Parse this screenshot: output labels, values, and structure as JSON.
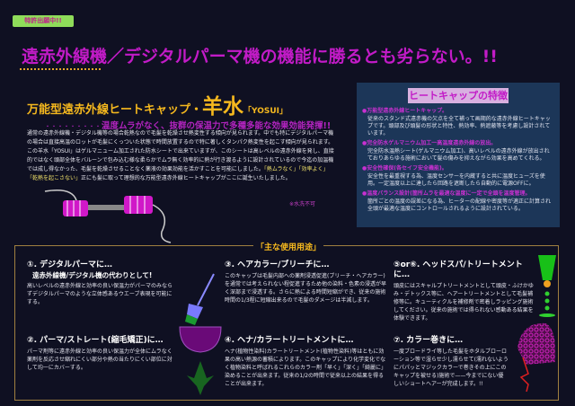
{
  "badge": "特許出願中!!",
  "title": "遠赤外線機／デジタルパーマ機の機能に勝るとも劣らない。!!",
  "subtitle": {
    "prefix": "万能型遠赤外線ヒートキャップ・",
    "name": "羊水",
    "romaji": "「YOSUI」"
  },
  "slogan": {
    "dots": "・・・・・・・・・",
    "text": "温度ムラがなく、抜群の保温力で多種多能な効果効能発揮!!"
  },
  "body": {
    "p1": "通常の遠赤外線機・デジタル機等の場合乾熱なので毛髪を乾燥させ熱変性する傾向が見られます。中でも特にデジタルパーマ機の場合は直接高温のロットが毛髪にくっついた状態で時間放置するので特に著しくタンパク熱変性を起こす傾向が見られます。この羊水「YOSUI」はゲルマニューム加工された防水シートで出来ていますが、このシートは高レベルの遠赤外線を発し、直接的ではなく頭部全体をバルーンで包み込む様な柔らかでムラ無く効率的に熱が行き渡るように設計されているので今迄の加温機では成し得なかった、毛髪を乾燥させることなく薬液の効果効能を活かすことを可能にしました。",
    "h1": "「熱ムラなく」",
    "h2": "「効率よく」",
    "h3": "「乾熱を起こさない」",
    "p2": "正にも髪に取って理想的な万能型遠赤外線ヒートキャップがここに誕生いたしました。"
  },
  "note": "※水洗不可",
  "features": {
    "title": "ヒートキャップの特徴",
    "items": [
      {
        "heading": "●万能型遠赤外線ヒートキャップ。",
        "text": "従来のスタンド式遠赤機の欠点を全て補って画期的な遠赤外線ヒートキャップです。頭部及び頭髪の形状と特性、熱効率、熱遮蔽等を考慮し設計されています。"
      },
      {
        "heading": "●完全防水ゲルマニウム加工一高温度遠赤外線の放出。",
        "text": "完全防水温熱シート(ゲルマニウム加工)、高いレベルの遠赤外線が放出されておりあらゆる施術において髪の傷みを抑えながら効果を高めてくれる。"
      },
      {
        "heading": "●安全性確保(各セイフ安全機能)。",
        "text": "安全性を最重視する為、温度センサーを内蔵すると共に温度ヒューズを使用。一定温度以上に達したら回路を遮断したら自動的に電源OFFに。"
      },
      {
        "heading": "●温度バランス設計(箇所ムラを最適な温度に一定で全頭を温度管理。",
        "text": "箇所ごとの温度の誤差になる為、ヒーターの配線や密度等が適正に計算され全頭が最適な温度にコントロールされるように設計されている。"
      }
    ]
  },
  "uses": {
    "label": "「主な使用用途」",
    "items": [
      {
        "heading": "①. デジタルパーマに…",
        "sub": "遠赤外線機/デジタル機の代わりとして!",
        "text": "高いレベルの遠赤外線と効率の良い保温力がパーマのみならずデジタルパーマのような立体感あるウエーブ表現を可能にする。"
      },
      {
        "heading": "②. パーマ/ストレート(縮毛矯正)に…",
        "text": "パーマ剤等に遠赤外線と効率の良い保温力が全体にムラなく薬剤を反応させ縮れにくい部分や熱の当たりにくい部位に対して均一にカバーする。"
      },
      {
        "heading": "③. ヘアカラー/ブリーチに…",
        "text": "このキャップは毛髪内部への薬剤浸透促進(ブリーチ・ヘアカラー)を通常では考えられない程促進するため他の染料・色素の浸透が早く深部まで浸透する。さらに熱による時間短縮ができ、従来の施術時間の1/3程に短縮出来るので毛髪のダメージは半減します。"
      },
      {
        "heading": "④. ヘナ/カラートリートメントに…",
        "text": "ヘナ(植物性染料)カラートリートメント(植物性染料)等はともに効果の高い熱源の蓄積によります。このキャップにより化学変化でなく植物染料と呼ばれるこれらのカラー剤「早く」「深く」「綺麗に」染めることが出来ます。従来の1/2の時間で従来以上の結果を得ることが出来ます。"
      },
      {
        "heading": "⑤or⑥. ヘッドスパ/トリートメントに…",
        "text": "頭皮にはスキャルプトリートメントとして頭皮・ふけかゆみ・デトックス等に、ヘアートリートメントとして毛髪補修等に。キューティクルを補修剤で密着しラッピング施術してください。従来の施術では得られない感動ある結果を体験できます。"
      },
      {
        "heading": "⑦. カラー巻きに…",
        "text": "一度ブロードライ等した毛髪をホタルブローローション等で湿らせ少し濡らせて(濡れないようにパパッとマジックカラーで巻きその上にこのキャップを被せる)施術で——今までにない優しいショートヘアーが完成します。!!"
      }
    ]
  },
  "colors": {
    "background": "#0f1022",
    "accent": "#c21bc7",
    "gold": "#f5b81e",
    "panel": "#1c3658"
  }
}
